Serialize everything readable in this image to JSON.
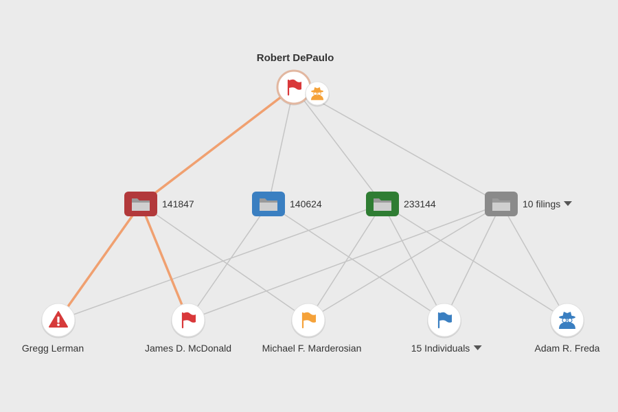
{
  "colors": {
    "background": "#ebebeb",
    "edge": "#c4c4c4",
    "highlight_edge": "#f0a070",
    "flag_red": "#d9383a",
    "flag_orange": "#f5a23a",
    "flag_blue": "#3a7fc1",
    "spy_orange": "#f5a23a",
    "spy_blue": "#3a7fc1",
    "alert_red": "#d63a3a",
    "folder_red": "#b2393b",
    "folder_blue": "#3a7fc1",
    "folder_green": "#2f7d33",
    "folder_gray": "#8a8a8a"
  },
  "root": {
    "name": "Robert DePaulo",
    "icon": "red-flag-icon",
    "badge_icon": "spy-icon"
  },
  "filings": [
    {
      "label": "141847",
      "color": "folder_red",
      "icon": "folder-icon"
    },
    {
      "label": "140624",
      "color": "folder_blue",
      "icon": "folder-icon"
    },
    {
      "label": "233144",
      "color": "folder_green",
      "icon": "folder-icon"
    },
    {
      "label": "10 filings",
      "color": "folder_gray",
      "icon": "folder-icon",
      "dropdown": true
    }
  ],
  "people": [
    {
      "name": "Gregg Lerman",
      "icon": "alert-icon"
    },
    {
      "name": "James D. McDonald",
      "icon": "red-flag-icon"
    },
    {
      "name": "Michael F. Marderosian",
      "icon": "orange-flag-icon"
    },
    {
      "name": "15 Individuals",
      "icon": "blue-flag-icon",
      "dropdown": true
    },
    {
      "name": "Adam R. Freda",
      "icon": "spy-icon"
    }
  ]
}
